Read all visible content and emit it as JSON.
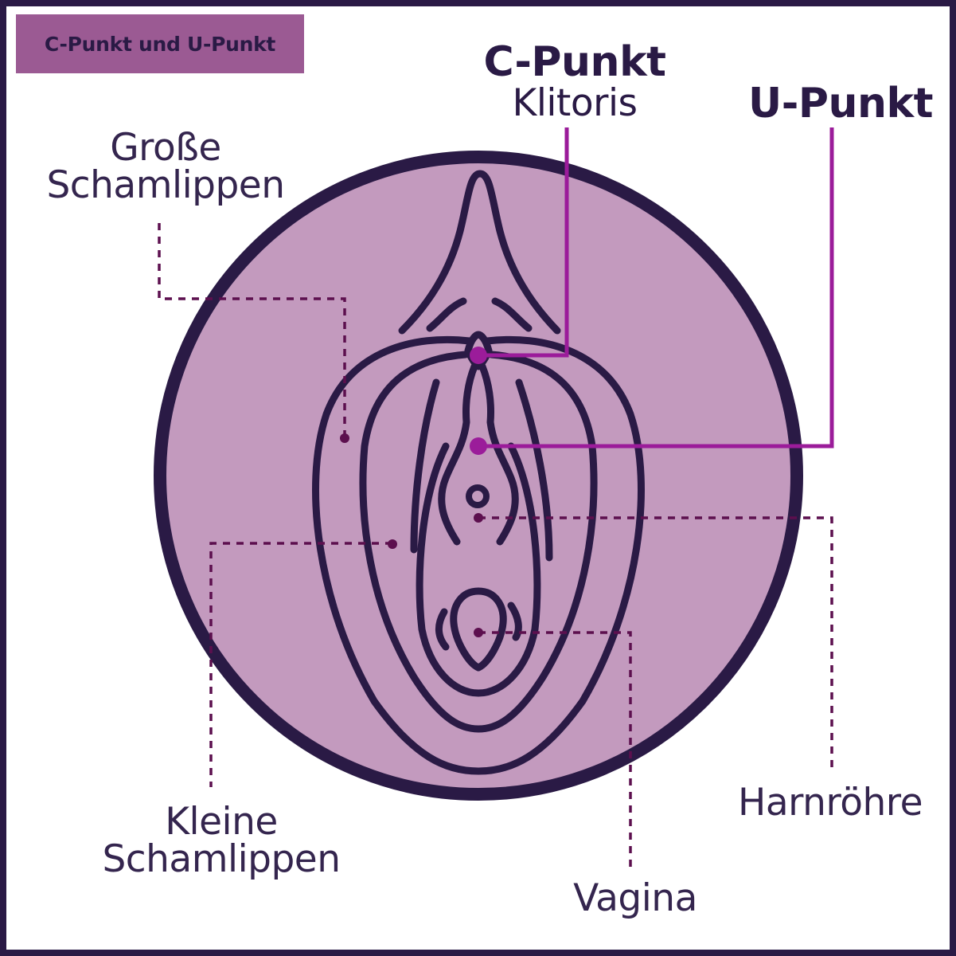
{
  "title": "C-Punkt und U-Punkt",
  "colors": {
    "frame": "#2a1a45",
    "ink": "#2a1a45",
    "circle_fill": "#c39abe",
    "badge_fill": "#9b5a93",
    "highlight": "#9b1c9a",
    "dashed_leader": "#5c0f4e",
    "background": "#ffffff"
  },
  "highlights": {
    "c_punkt": {
      "heading": "C-Punkt",
      "subtitle": "Klitoris"
    },
    "u_punkt": {
      "heading": "U-Punkt"
    }
  },
  "labels": {
    "grosse_schamlippen": [
      "Große",
      "Schamlippen"
    ],
    "kleine_schamlippen": [
      "Kleine",
      "Schamlippen"
    ],
    "vagina": "Vagina",
    "harnroehre": "Harnröhre"
  }
}
